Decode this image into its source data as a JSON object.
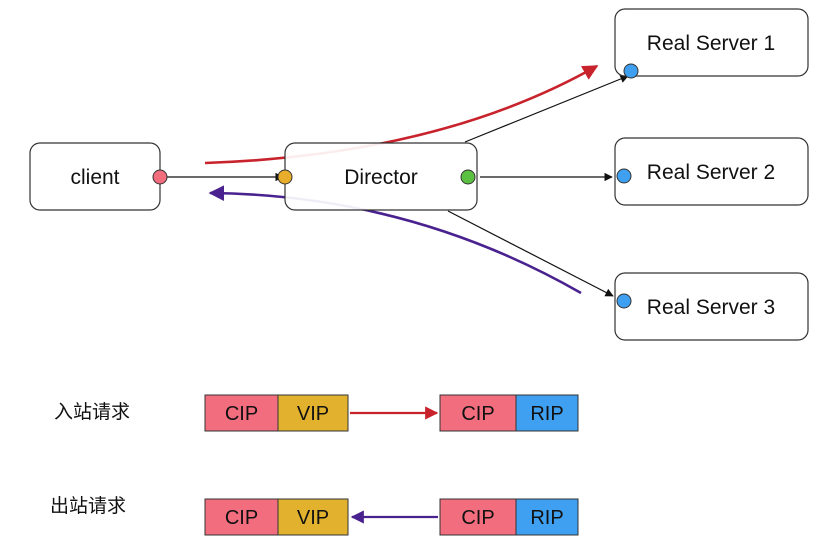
{
  "nodes": {
    "client": "client",
    "director": "Director",
    "real_server_1": "Real Server 1",
    "real_server_2": "Real Server 2",
    "real_server_3": "Real Server 3"
  },
  "packets": {
    "inbound": {
      "label": "入站请求",
      "before": [
        "CIP",
        "VIP"
      ],
      "after": [
        "CIP",
        "RIP"
      ]
    },
    "outbound": {
      "label": "出站请求",
      "before": [
        "CIP",
        "VIP"
      ],
      "after": [
        "CIP",
        "RIP"
      ]
    }
  },
  "colors": {
    "cip": "#f26d7d",
    "vip": "#e2b22e",
    "rip": "#3f9ff0",
    "client_port": "#f26d7d",
    "director_in_port": "#e8ad2a",
    "director_out_port": "#5cc043",
    "server_port": "#3f9ff0",
    "inbound_arrow": "#c8232c",
    "outbound_arrow": "#4a228f"
  }
}
